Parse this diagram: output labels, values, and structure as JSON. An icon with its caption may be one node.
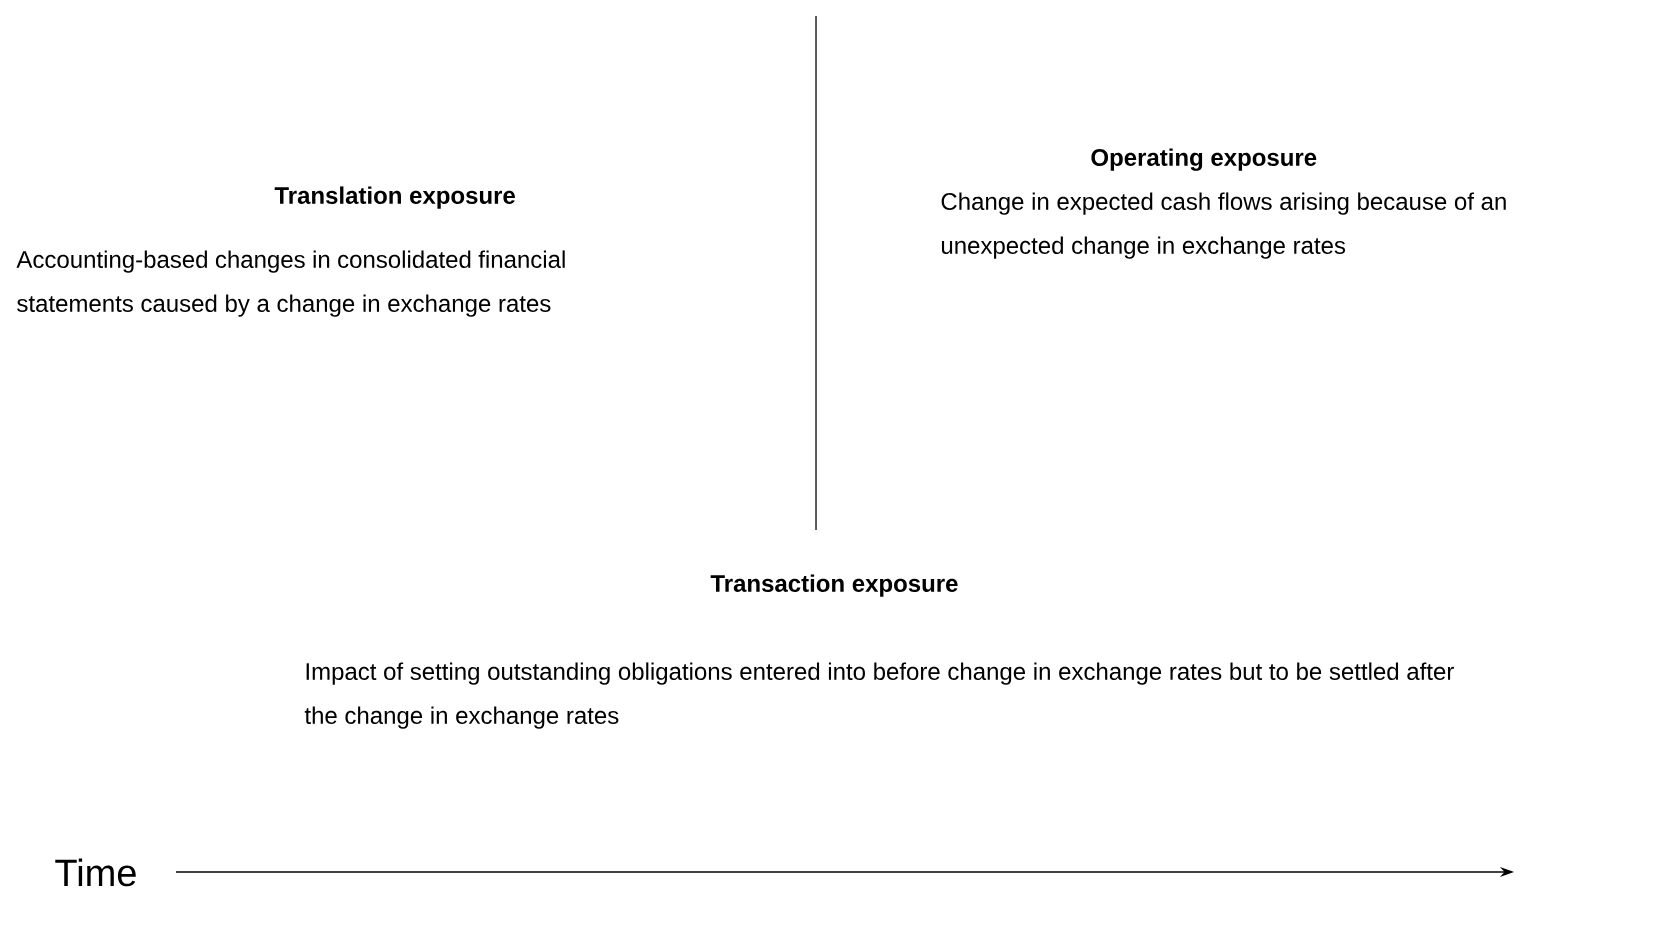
{
  "diagram": {
    "nodes": [
      {
        "text": [
          "Translation exposure",
          "Accounting-based changes in consolidated financial statements caused by a change in exchange rates"
        ]
      },
      {
        "text": [
          "Operating exposure",
          "Change in expected cash flows arising because of an unexpected change in exchange rates"
        ]
      },
      {
        "text": [
          "Transaction exposure",
          "Impact of setting outstanding obligations entered into before change in exchange rates but to be settled after the change in exchange rates"
        ]
      }
    ],
    "labels": [
      "Time"
    ]
  }
}
